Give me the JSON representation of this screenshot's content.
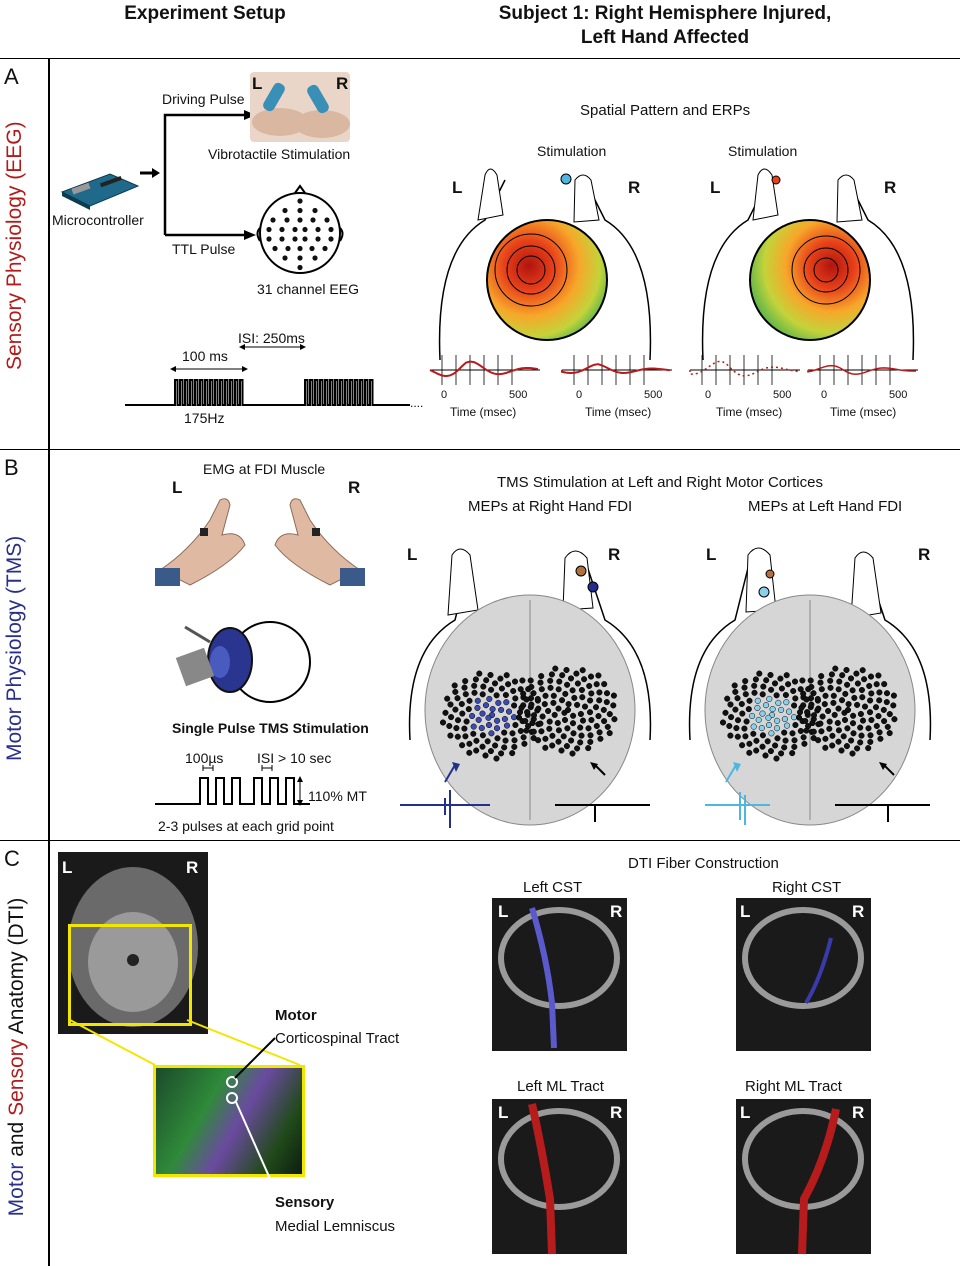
{
  "headers": {
    "left": "Experiment Setup",
    "right_line1": "Subject 1: Right Hemisphere Injured,",
    "right_line2": "Left Hand Affected"
  },
  "panelA": {
    "letter": "A",
    "side_label_colored": "Sensory Physiology (EEG)",
    "driving_pulse": "Driving Pulse",
    "vibro": "Vibrotactile Stimulation",
    "micro": "Microcontroller",
    "ttl": "TTL Pulse",
    "eeg": "31 channel EEG",
    "isi": "ISI: 250ms",
    "dur": "100 ms",
    "freq": "175Hz",
    "L": "L",
    "R": "R",
    "spatial_title": "Spatial Pattern and ERPs",
    "stim1": "Stimulation",
    "stim2": "Stimulation",
    "time_label": "Time (msec)",
    "tick0": "0",
    "tick500": "500"
  },
  "panelB": {
    "letter": "B",
    "side_label_1": "Motor Physiology ",
    "side_label_2": "(TMS)",
    "emg": "EMG at FDI Muscle",
    "single_pulse": "Single Pulse TMS Stimulation",
    "pulse_w": "100µs",
    "isi": "ISI > 10 sec",
    "mt": "110% MT",
    "pulses": "2-3 pulses at each grid point",
    "title": "TMS Stimulation at Left and Right Motor Cortices",
    "mep_right": "MEPs at Right Hand FDI",
    "mep_left": "MEPs at Left Hand  FDI",
    "L": "L",
    "R": "R"
  },
  "panelC": {
    "letter": "C",
    "side_motor": "Motor",
    "side_and": " and ",
    "side_sensory": "Sensory",
    "side_anat": " Anatomy (DTI)",
    "motor": "Motor",
    "cst": "Corticospinal Tract",
    "sensory": "Sensory",
    "ml": "Medial Lemniscus",
    "dti_title": "DTI Fiber Construction",
    "left_cst": "Left CST",
    "right_cst": "Right CST",
    "left_ml": "Left ML Tract",
    "right_ml": "Right ML Tract",
    "L": "L",
    "R": "R"
  },
  "colors": {
    "sensory_red": "#b31b1b",
    "motor_blue": "#2a2f8c",
    "light_blue": "#4fb6e0",
    "erp_red": "#b71c1c",
    "yellow_box": "#f2e600"
  }
}
